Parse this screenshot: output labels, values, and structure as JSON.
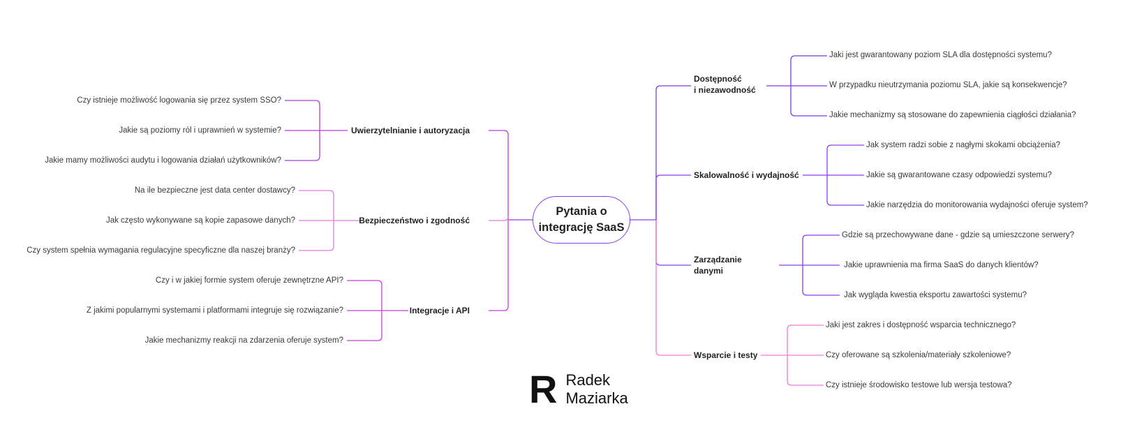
{
  "central": {
    "line1": "Pytania o",
    "line2": "integrację SaaS"
  },
  "colors": {
    "purple": "#8a3df0",
    "magenta": "#cc3fd6",
    "pink": "#f27bd6",
    "violet": "#7a3df0"
  },
  "left_topics": [
    {
      "label": "Uwierzytelnianie i autoryzacja",
      "color": "#b23fd6",
      "questions": [
        "Czy istnieje możliwość logowania się przez system SSO?",
        "Jakie są poziomy ról i uprawnień w systemie?",
        "Jakie mamy możliwości audytu i logowania działań użytkowników?"
      ]
    },
    {
      "label": "Bezpieczeństwo i zgodność",
      "color": "#e07ad6",
      "questions": [
        "Na ile bezpieczne jest data center dostawcy?",
        "Jak często wykonywane są kopie zapasowe danych?",
        "Czy system spełnia wymagania regulacyjne specyficzne dla naszej branży?"
      ]
    },
    {
      "label": "Integracje i API",
      "color": "#c23fd6",
      "questions": [
        "Czy i w jakiej formie system oferuje zewnętrzne API?",
        "Z jakimi popularnymi systemami i platformami integruje się rozwiązanie?",
        "Jakie mechanizmy reakcji na zdarzenia oferuje system?"
      ]
    }
  ],
  "right_topics": [
    {
      "label_line1": "Dostępność",
      "label_line2": "i niezawodność",
      "color": "#7a3de0",
      "questions": [
        "Jaki jest gwarantowany poziom SLA dla dostępności systemu?",
        "W przypadku nieutrzymania poziomu SLA, jakie są konsekwencje?",
        "Jakie mechanizmy są stosowane do zapewnienia ciągłości działania?"
      ]
    },
    {
      "label_line1": "Skalowalność i wydajność",
      "label_line2": "",
      "color": "#8a3df0",
      "questions": [
        "Jak system radzi sobie z nagłymi skokami obciążenia?",
        "Jakie są gwarantowane czasy odpowiedzi systemu?",
        "Jakie narzędzia do monitorowania wydajności oferuje system?"
      ]
    },
    {
      "label_line1": "Zarządzanie",
      "label_line2": "danymi",
      "color": "#8a3df0",
      "questions": [
        "Gdzie są przechowywane dane - gdzie są umieszczone serwery?",
        "Jakie uprawnienia ma firma SaaS do danych klientów?",
        "Jak wygląda kwestia eksportu zawartości systemu?"
      ]
    },
    {
      "label_line1": "Wsparcie i testy",
      "label_line2": "",
      "color": "#f07ad6",
      "questions": [
        "Jaki jest zakres i dostępność wsparcia technicznego?",
        "Czy oferowane są szkolenia/materiały szkoleniowe?",
        "Czy istnieje środowisko testowe lub wersja testowa?"
      ]
    }
  ],
  "brand": {
    "mark": "R",
    "name_line1": "Radek",
    "name_line2": "Maziarka"
  }
}
